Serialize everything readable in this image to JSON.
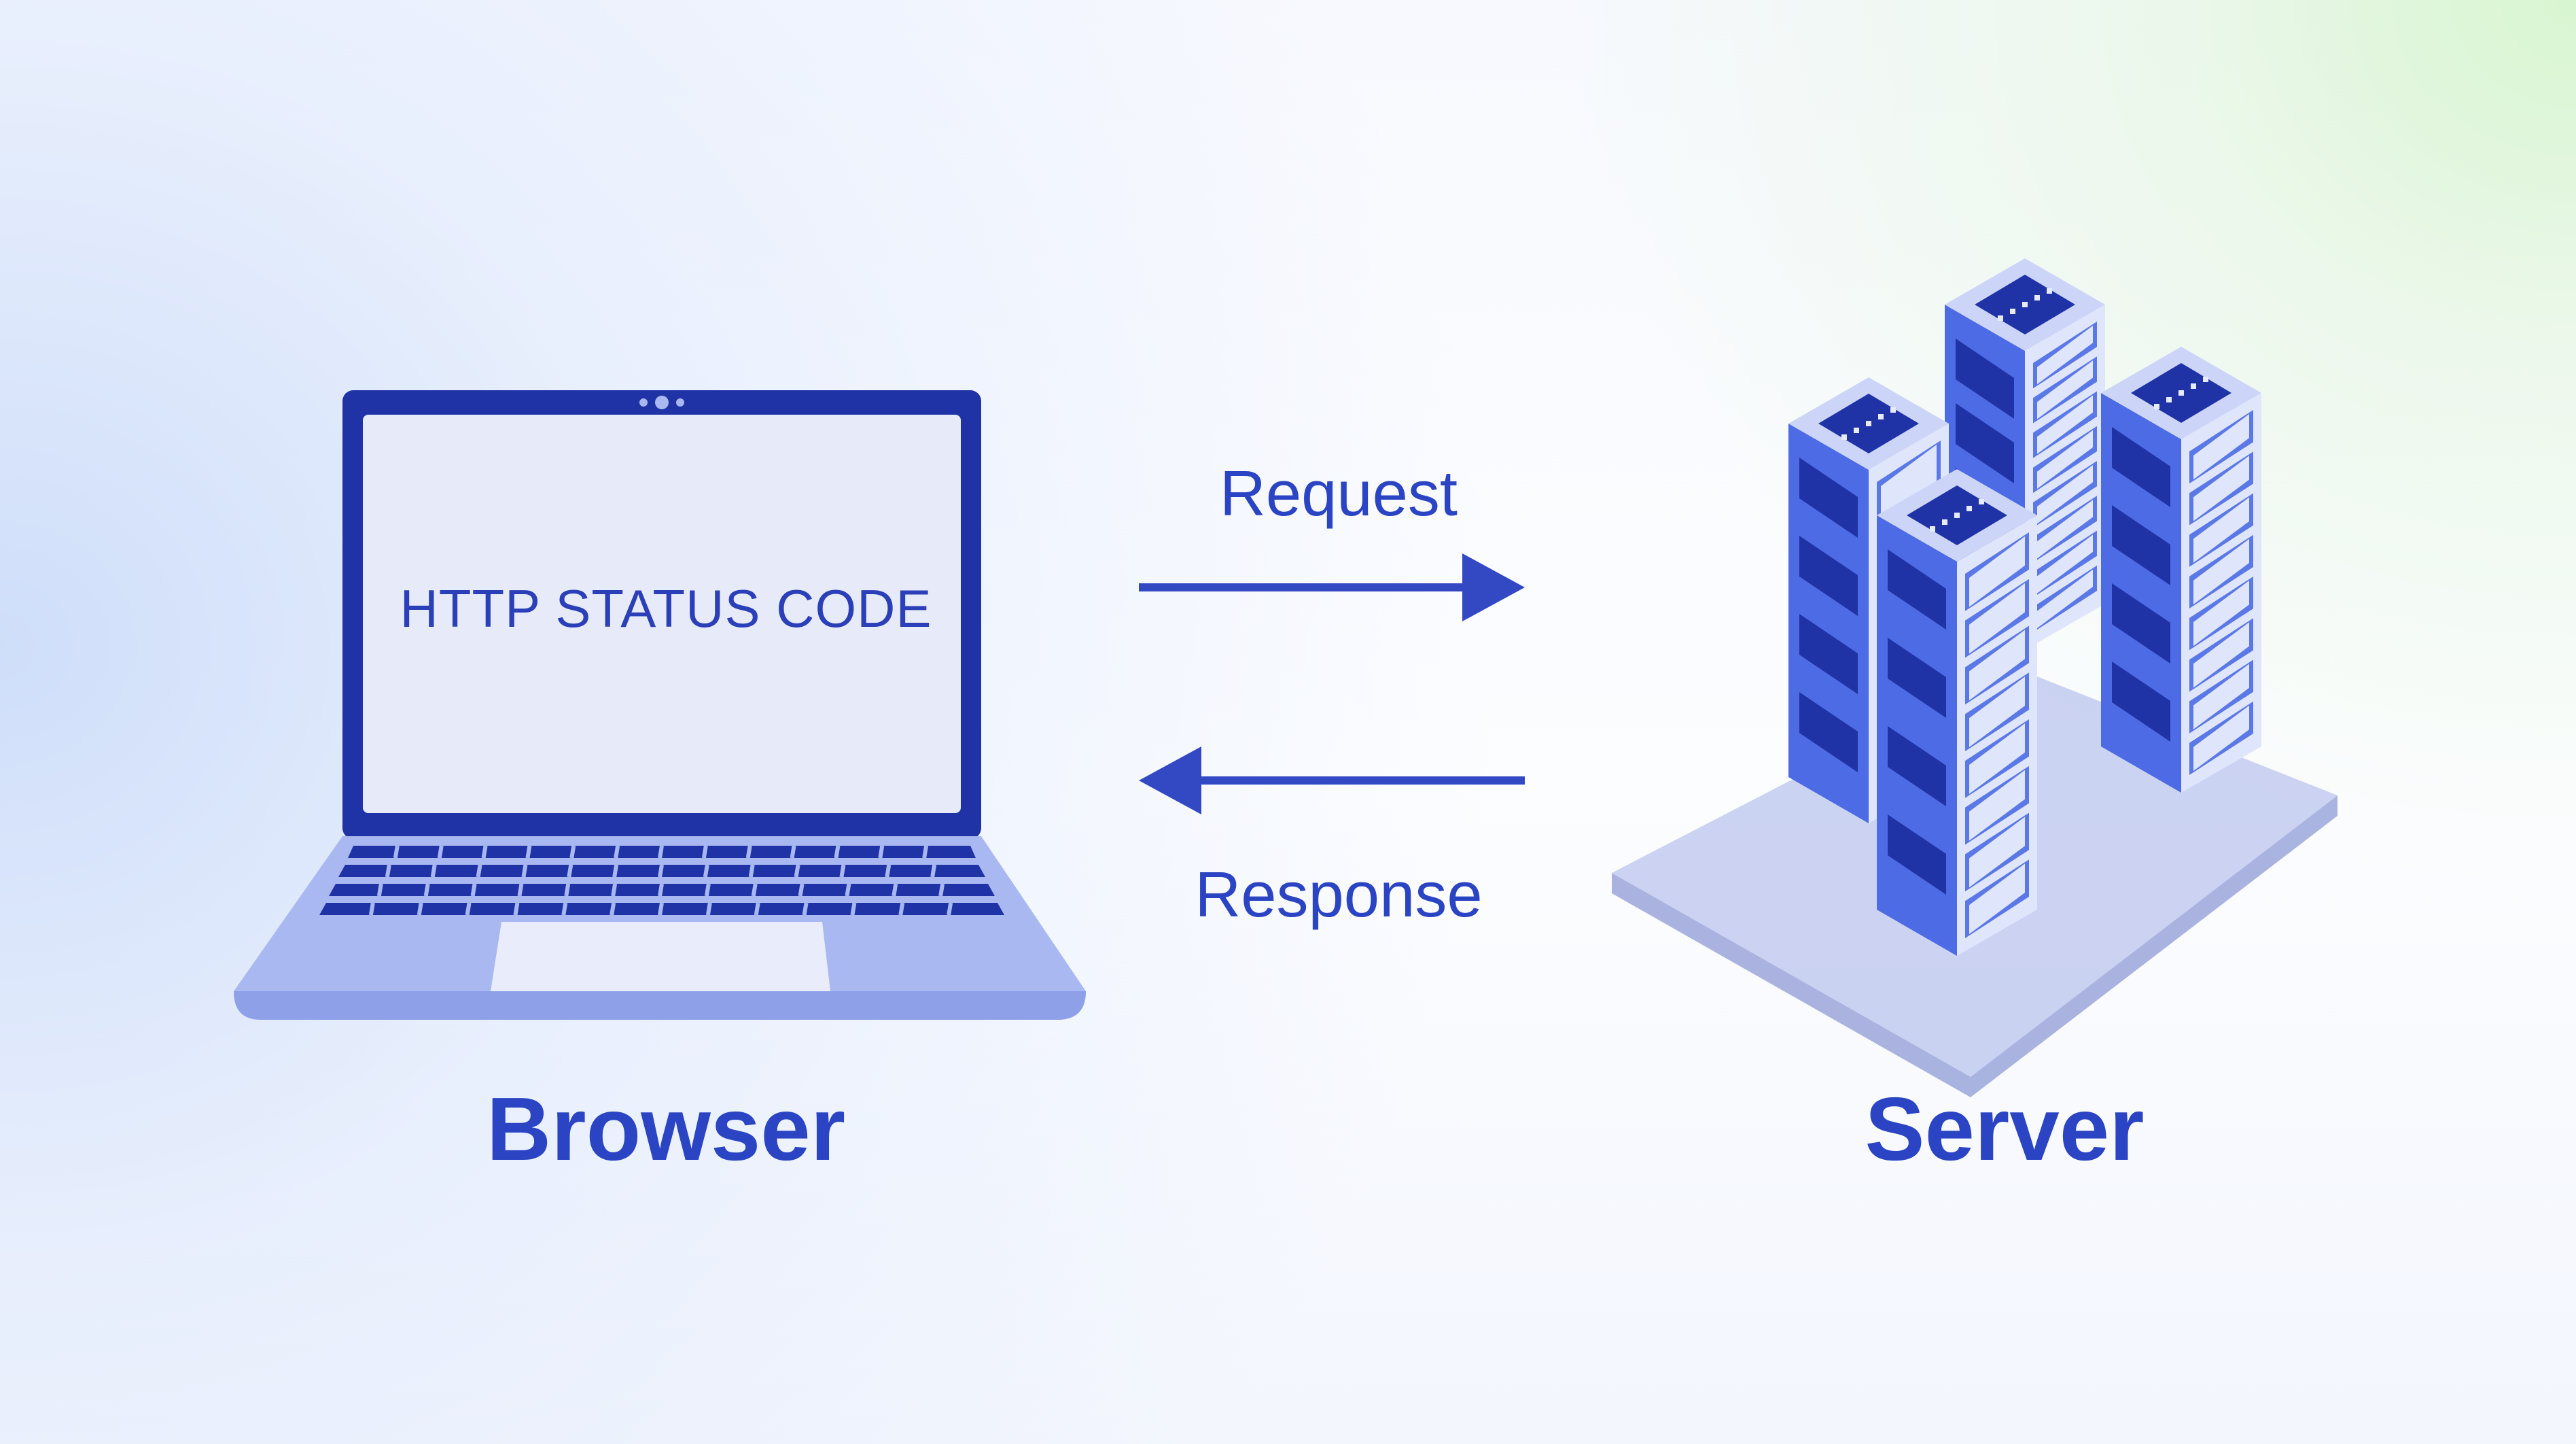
{
  "screen": {
    "text": "HTTP STATUS CODE"
  },
  "arrows": {
    "request": "Request",
    "response": "Response"
  },
  "nodes": {
    "client": "Browser",
    "server": "Server"
  },
  "colors": {
    "primary_blue": "#2b44c3",
    "laptop_frame": "#1f33a6",
    "screen_fill": "#e7ebf9",
    "laptop_base": "#aab8f1",
    "server_side": "#4d6be4",
    "server_top": "#ccd5f7",
    "server_front": "#dfe5fb",
    "arrow": "#3349c4"
  },
  "icons": [
    "laptop-icon",
    "server-rack-icon",
    "arrow-right-icon",
    "arrow-left-icon"
  ]
}
